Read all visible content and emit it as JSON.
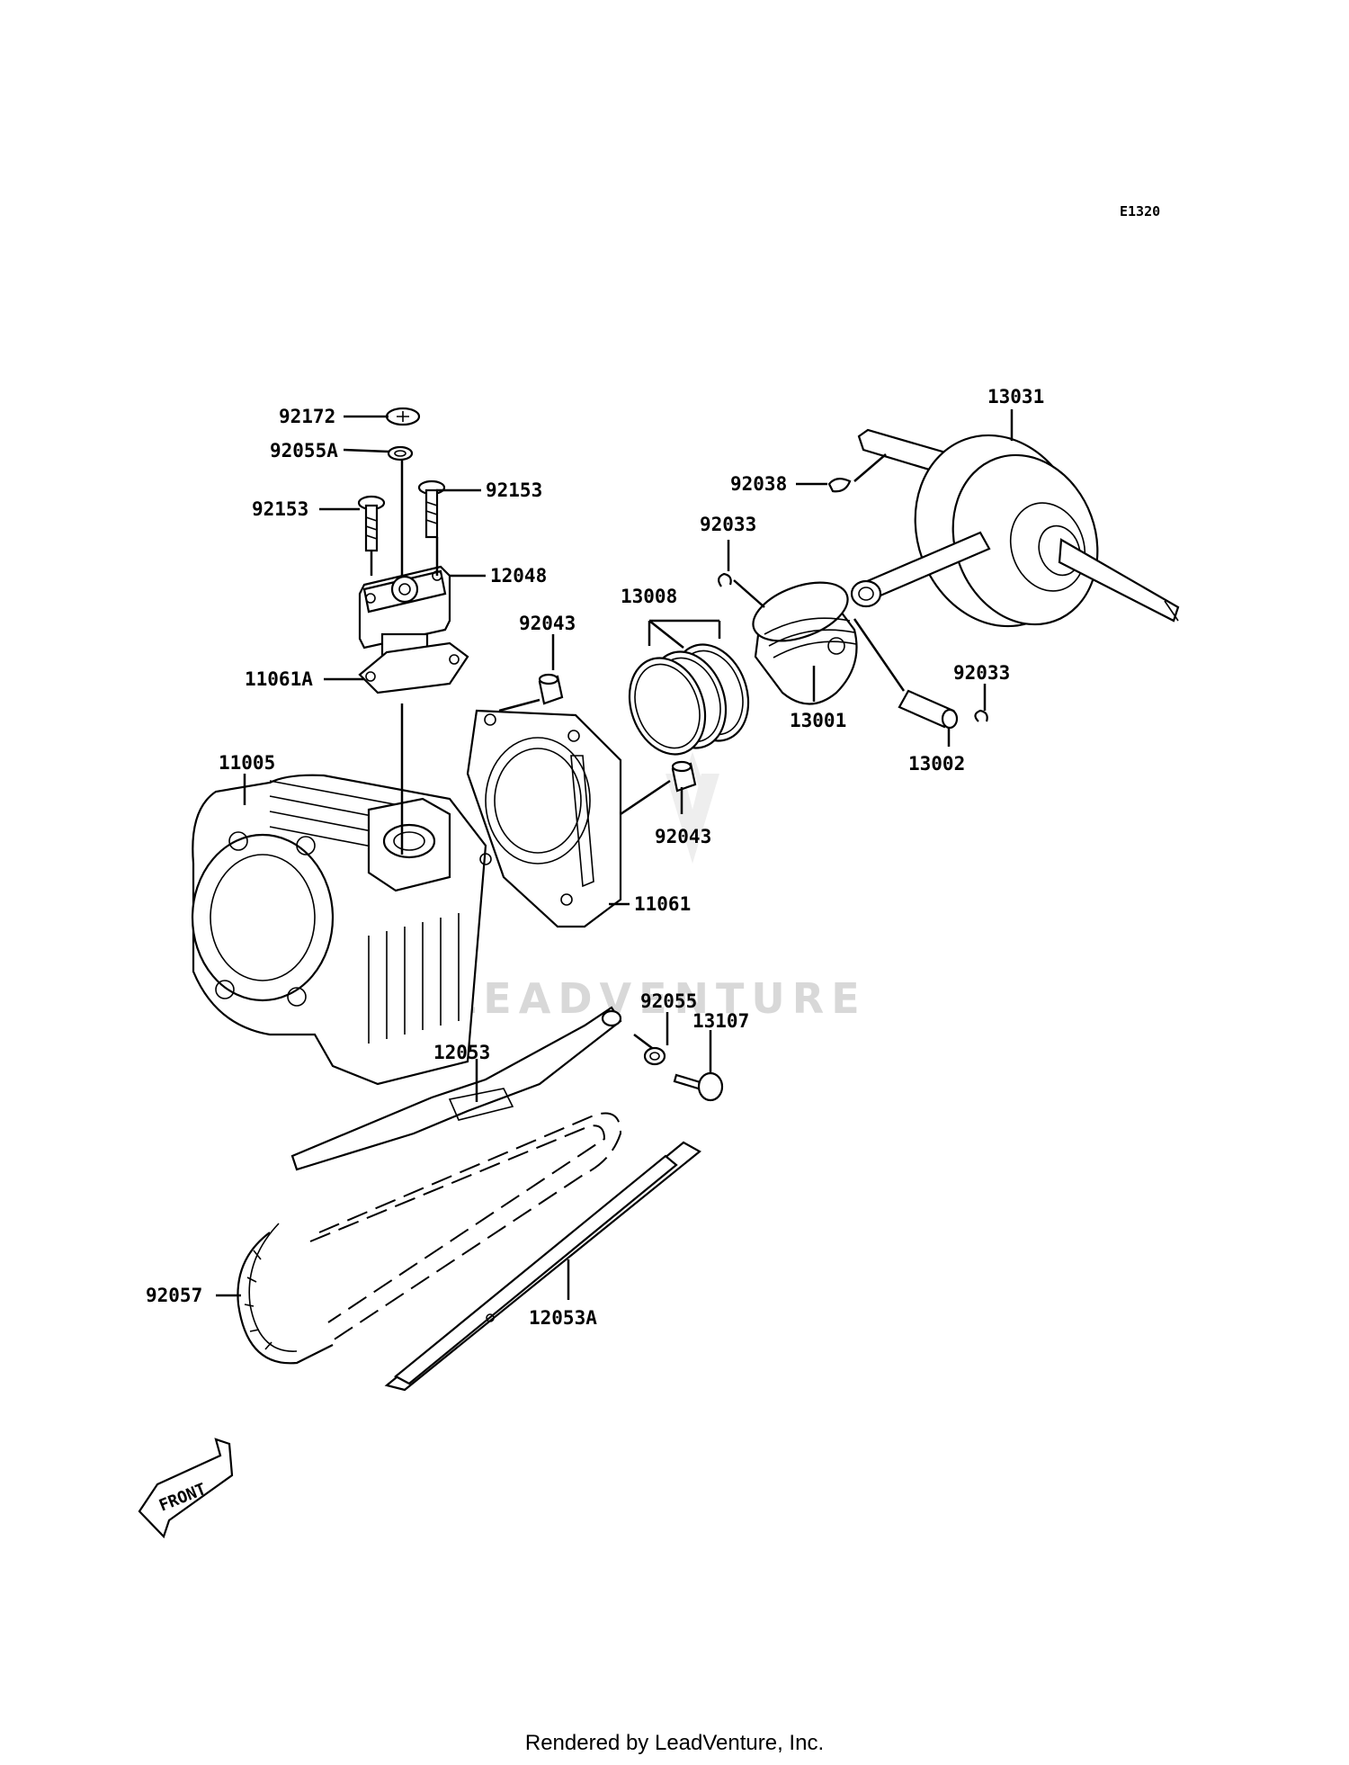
{
  "diagram_code": "E1320",
  "watermark": "LEADVENTURE",
  "front_label": "FRONT",
  "footer": "Rendered by LeadVenture, Inc.",
  "parts": {
    "p92172": "92172",
    "p92055A": "92055A",
    "p92153_left": "92153",
    "p92153_right": "92153",
    "p12048": "12048",
    "p11061A": "11061A",
    "p11005": "11005",
    "p92043_top": "92043",
    "p92043_bottom": "92043",
    "p11061": "11061",
    "p13008": "13008",
    "p13001": "13001",
    "p92033_top": "92033",
    "p92033_right": "92033",
    "p13002": "13002",
    "p92038": "92038",
    "p13031": "13031",
    "p92055": "92055",
    "p13107": "13107",
    "p12053": "12053",
    "p92057": "92057",
    "p12053A": "12053A"
  }
}
